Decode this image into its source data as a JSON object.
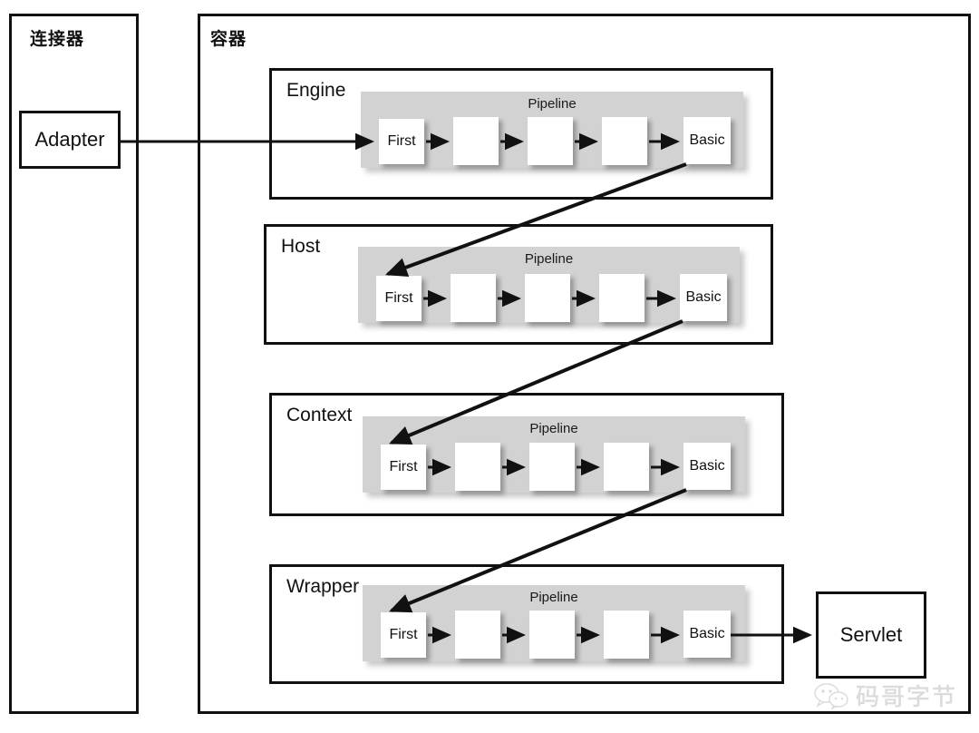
{
  "diagram": {
    "title_connector": "连接器",
    "title_container": "容器",
    "adapter_label": "Adapter",
    "servlet_label": "Servlet",
    "pipeline_label": "Pipeline",
    "valve_first_label": "First",
    "valve_basic_label": "Basic",
    "valve_empty_label": "",
    "sections": [
      {
        "name": "Engine",
        "pipeline": "Pipeline",
        "valves": [
          "First",
          "",
          "",
          "",
          "Basic"
        ]
      },
      {
        "name": "Host",
        "pipeline": "Pipeline",
        "valves": [
          "First",
          "",
          "",
          "",
          "Basic"
        ]
      },
      {
        "name": "Context",
        "pipeline": "Pipeline",
        "valves": [
          "First",
          "",
          "",
          "",
          "Basic"
        ]
      },
      {
        "name": "Wrapper",
        "pipeline": "Pipeline",
        "valves": [
          "First",
          "",
          "",
          "",
          "Basic"
        ]
      }
    ],
    "watermark": {
      "text": "码哥字节",
      "icon": "wechat-icon"
    },
    "colors": {
      "stroke": "#111111",
      "pipeline_fill": "#d2d2d2",
      "valve_fill": "#ffffff",
      "page_bg": "#ffffff",
      "watermark": "#8c8c8c"
    }
  }
}
